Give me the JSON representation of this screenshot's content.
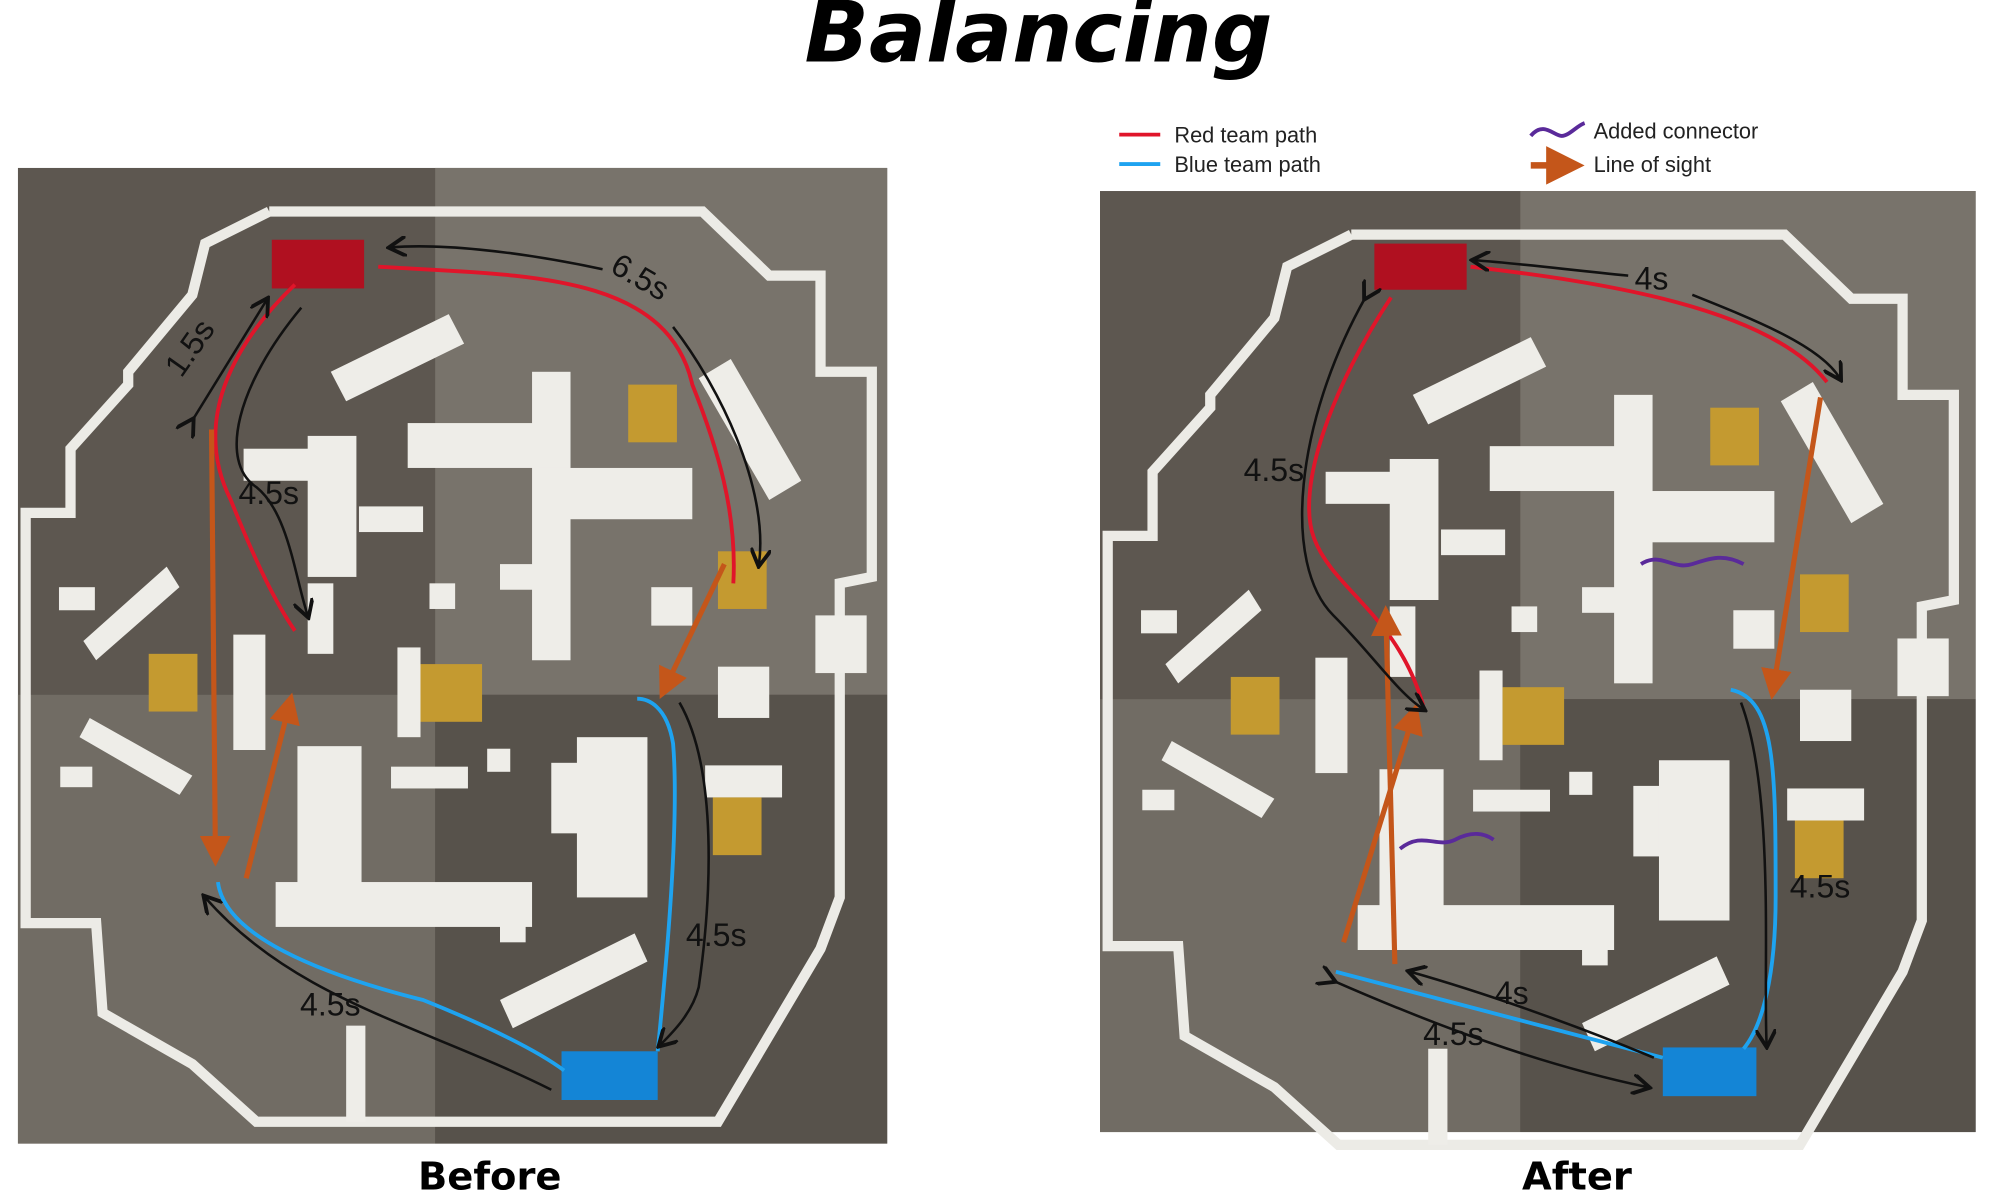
{
  "title": "Balancing",
  "legend": {
    "red_path": "Red team path",
    "blue_path": "Blue team path",
    "added_connector": "Added connector",
    "line_of_sight": "Line of sight"
  },
  "colors": {
    "red": "#e0152a",
    "blue": "#1ea3f0",
    "purple": "#5a2a9a",
    "orange": "#c4561a",
    "red_base": "#b01020",
    "blue_base": "#1485d6",
    "gold": "#c49a30"
  },
  "before": {
    "caption": "Before",
    "times": {
      "top": "6.5s",
      "left_top": "1.5s",
      "left_mid": "4.5s",
      "right_bottom": "4.5s",
      "bottom": "4.5s"
    }
  },
  "after": {
    "caption": "After",
    "times": {
      "top": "4s",
      "left": "4.5s",
      "right": "4.5s",
      "bottom_a": "4s",
      "bottom_b": "4.5s"
    }
  }
}
